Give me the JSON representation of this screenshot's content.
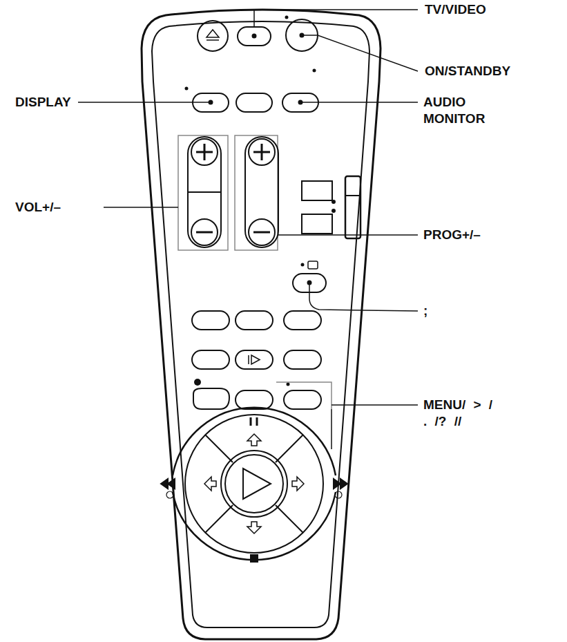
{
  "diagram": {
    "labels": [
      "TV/VIDEO",
      "ON/STANDBY",
      "DISPLAY",
      "AUDIO MONITOR",
      "VOL+/–",
      "PROG+/–",
      ";",
      "MENU/ > / . /? //"
    ]
  }
}
